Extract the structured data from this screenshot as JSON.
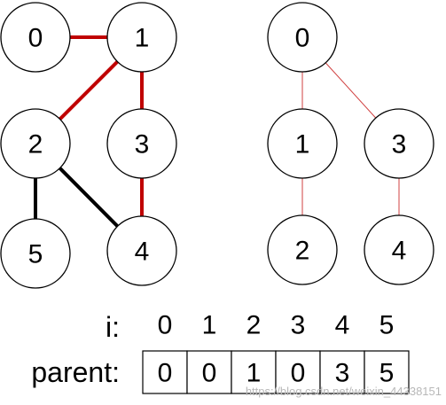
{
  "graph": {
    "colors": {
      "highlight": "#c00000",
      "normal": "#000000",
      "thin": "#d04040"
    },
    "nodes": [
      {
        "id": "g0",
        "label": "0"
      },
      {
        "id": "g1",
        "label": "1"
      },
      {
        "id": "g2",
        "label": "2"
      },
      {
        "id": "g3",
        "label": "3"
      },
      {
        "id": "g4",
        "label": "4"
      },
      {
        "id": "g5",
        "label": "5"
      }
    ],
    "edges": [
      {
        "from": "g0",
        "to": "g1",
        "highlighted": true
      },
      {
        "from": "g1",
        "to": "g2",
        "highlighted": true
      },
      {
        "from": "g1",
        "to": "g3",
        "highlighted": true
      },
      {
        "from": "g3",
        "to": "g4",
        "highlighted": true
      },
      {
        "from": "g2",
        "to": "g5",
        "highlighted": false
      },
      {
        "from": "g2",
        "to": "g4",
        "highlighted": false
      }
    ]
  },
  "tree": {
    "nodes": [
      {
        "id": "t0",
        "label": "0"
      },
      {
        "id": "t1",
        "label": "1"
      },
      {
        "id": "t3",
        "label": "3"
      },
      {
        "id": "t2",
        "label": "2"
      },
      {
        "id": "t4",
        "label": "4"
      }
    ],
    "edges": [
      {
        "from": "t0",
        "to": "t1"
      },
      {
        "from": "t0",
        "to": "t3"
      },
      {
        "from": "t1",
        "to": "t2"
      },
      {
        "from": "t3",
        "to": "t4"
      }
    ]
  },
  "array": {
    "index_label": "i:",
    "parent_label": "parent:",
    "indices": [
      "0",
      "1",
      "2",
      "3",
      "4",
      "5"
    ],
    "parent": [
      "0",
      "0",
      "1",
      "0",
      "3",
      "5"
    ]
  },
  "watermark": "https://blog.csdn.net/weixin_44338151"
}
